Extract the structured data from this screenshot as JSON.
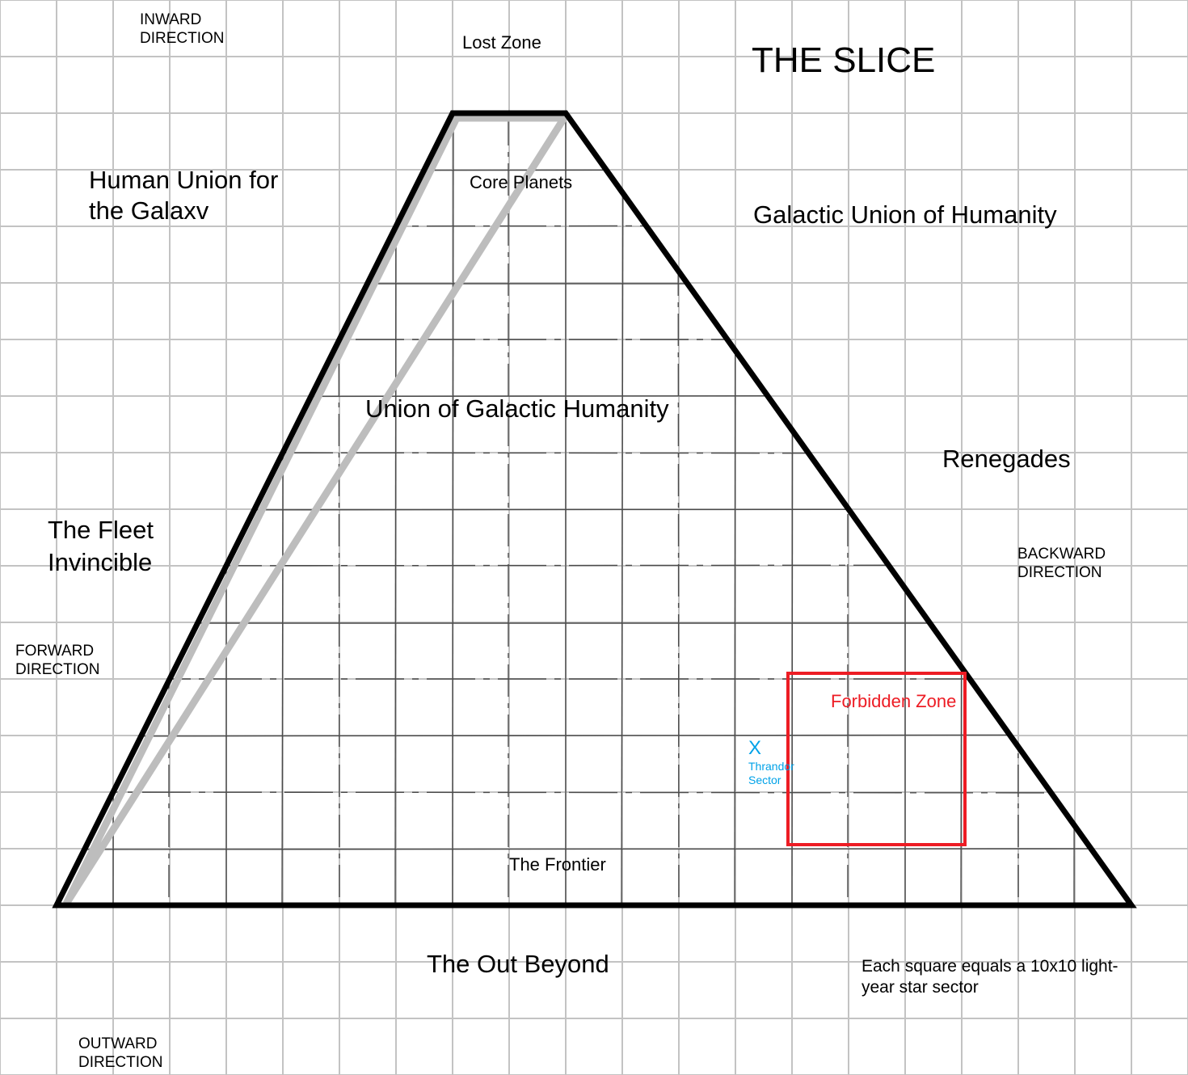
{
  "title": "THE SLICE",
  "directions": {
    "inward": [
      "INWARD",
      "DIRECTION"
    ],
    "outward": [
      "OUTWARD",
      "DIRECTION"
    ],
    "forward": [
      "FORWARD",
      "DIRECTION"
    ],
    "backward": [
      "BACKWARD",
      "DIRECTION"
    ]
  },
  "regions": {
    "lost_zone": "Lost Zone",
    "core_planets": "Core Planets",
    "human_union": [
      "Human Union for",
      "the Galaxv"
    ],
    "galactic_union": "Galactic Union of Humanity",
    "union_galactic": "Union of Galactic Humanity",
    "renegades": "Renegades",
    "fleet": [
      "The Fleet",
      "Invincible"
    ],
    "frontier": "The Frontier",
    "out_beyond": "The Out Beyond",
    "forbidden_zone": "Forbidden Zone"
  },
  "marker": {
    "symbol": "X",
    "label": [
      "Thrandor",
      "Sector"
    ]
  },
  "scale_note": [
    "Each square equals a 10x10 light-",
    "year star sector"
  ],
  "colors": {
    "grid": "#c3c3c3",
    "inner_grid": "#4a4a4a",
    "forbidden": "#ed1c24",
    "marker": "#00a2e8"
  }
}
